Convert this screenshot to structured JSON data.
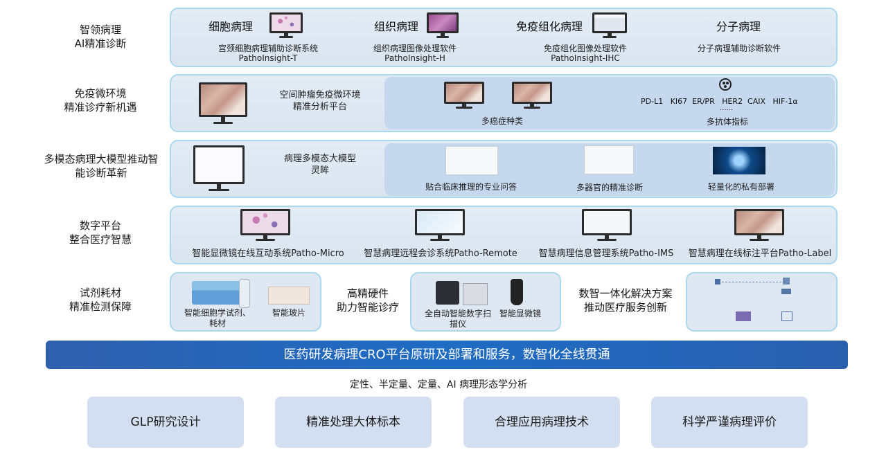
{
  "rows": [
    {
      "label_lines": [
        "智领病理",
        "AI精准诊断"
      ]
    },
    {
      "label_lines": [
        "免疫微环境",
        "精准诊疗新机遇"
      ]
    },
    {
      "label_lines": [
        "多模态病理大模型推动智",
        "能诊断革新"
      ]
    },
    {
      "label_lines": [
        "数字平台",
        "整合医疗智慧"
      ]
    },
    {
      "label_lines": [
        "试剂耗材",
        "精准检测保障"
      ]
    }
  ],
  "row1": {
    "products": [
      {
        "title": "细胞病理",
        "desc": "宫颈细胞病理辅助诊断系统",
        "name": "PathoInsight-T"
      },
      {
        "title": "组织病理",
        "desc": "组织病理图像处理软件",
        "name": "PathoInsight-H"
      },
      {
        "title": "免疫组化病理",
        "desc": "免疫组化图像处理软件",
        "name": "PathoInsight-IHC"
      },
      {
        "title": "分子病理",
        "desc": "分子病理辅助诊断软件",
        "name": ""
      }
    ]
  },
  "row2": {
    "platform_lines": [
      "空间肿瘤免疫微环境",
      "精准分析平台"
    ],
    "cancer_label": "多癌症种类",
    "markers": "PD-L1   KI67  ER/PR   HER2  CAIX   HIF-1α",
    "markers_more": "......",
    "antibody_label": "多抗体指标"
  },
  "row3": {
    "model_lines": [
      "病理多模态大模型",
      "灵眸"
    ],
    "features": [
      "贴合临床推理的专业问答",
      "多器官的精准诊断",
      "轻量化的私有部署"
    ]
  },
  "row4": {
    "systems": [
      "智能显微镜在线互动系统Patho-Micro",
      "智慧病理远程会诊系统Patho-Remote",
      "智慧病理信息管理系统Patho-IMS",
      "智慧病理在线标注平台Patho-Label"
    ]
  },
  "row5": {
    "reagents": [
      "智能细胞学试剂、",
      "耗材"
    ],
    "slide": "智能玻片",
    "hardware_lines": [
      "高精硬件",
      "助力智能诊疗"
    ],
    "scanner_lines": [
      "全自动智能数字扫",
      "描仪"
    ],
    "microscope": "智能显微镜",
    "solution_lines": [
      "数智一体化解决方案",
      "推动医疗服务创新"
    ]
  },
  "banner": "医药研发病理CRO平台原研及部署和服务，数智化全线贯通",
  "subtitle": "定性、半定量、定量、AI 病理形态学分析",
  "pillars": [
    "GLP研究设计",
    "精准处理大体标本",
    "合理应用病理技术",
    "科学严谨病理评价"
  ],
  "colors": {
    "panel_border": "#a9d8ef",
    "banner": "#1e6cc4",
    "pill": "#d3def0",
    "subpanel": "#c5d8ee"
  }
}
